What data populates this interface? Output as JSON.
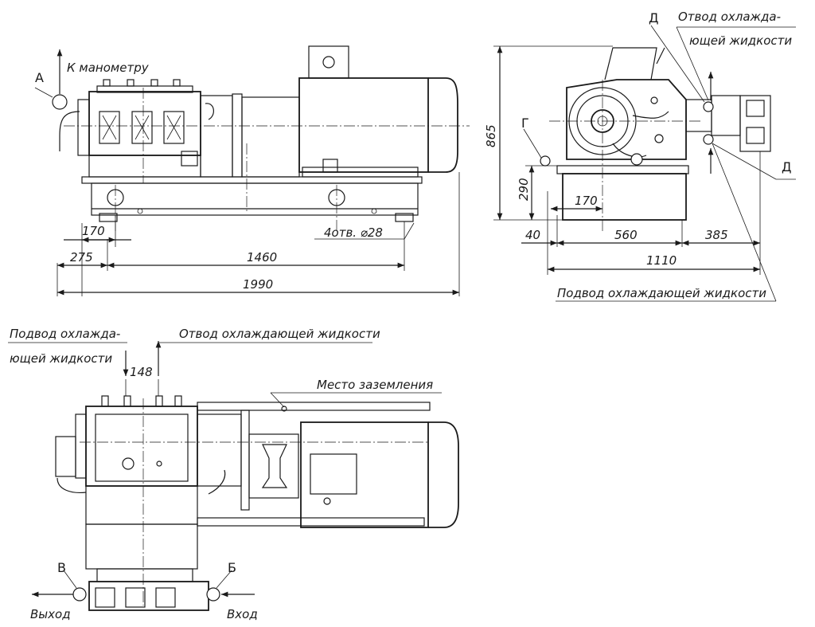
{
  "labels": {
    "to_manometer": "К манометру",
    "cool_out_top_line1": "Отвод охлажда-",
    "cool_out_top_line2": "ющей жидкости",
    "cool_in_side": "Подвод охлаждающей жидкости",
    "holes": "4отв. ⌀28",
    "cool_in_plan_line1": "Подвод охлажда-",
    "cool_in_plan_line2": "ющей жидкости",
    "cool_out_plan": "Отвод охлаждающей жидкости",
    "grounding": "Место заземления",
    "outlet": "Выход",
    "inlet": "Вход"
  },
  "letters": {
    "a": "А",
    "g": "Г",
    "d_top": "Д",
    "d_right": "Д",
    "v": "В",
    "b": "Б"
  },
  "dimensions": {
    "front_170": "170",
    "front_275": "275",
    "front_1460": "1460",
    "front_1990": "1990",
    "side_865": "865",
    "side_290": "290",
    "side_170": "170",
    "side_40": "40",
    "side_560": "560",
    "side_385": "385",
    "side_1110": "1110",
    "plan_148": "148"
  }
}
